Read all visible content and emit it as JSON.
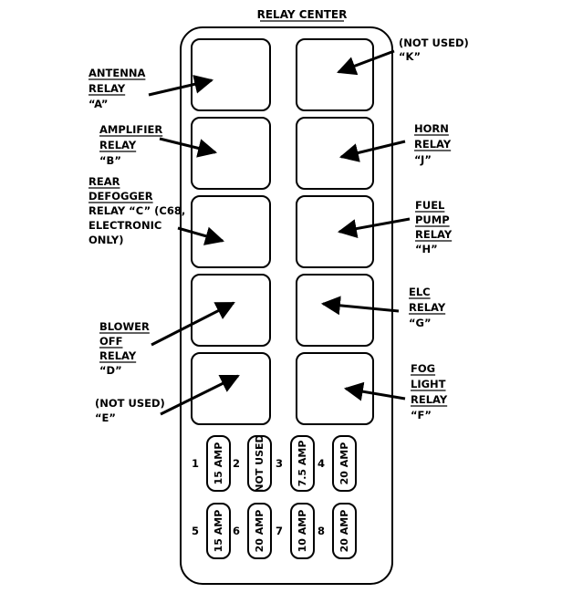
{
  "title": "RELAY CENTER",
  "relays": [
    {
      "id": "A",
      "label_lines": [
        "ANTENNA",
        "RELAY",
        "“A”"
      ],
      "underlined": [
        0,
        1
      ]
    },
    {
      "id": "B",
      "label_lines": [
        "AMPLIFIER",
        "RELAY",
        "“B”"
      ],
      "underlined": [
        0,
        1
      ]
    },
    {
      "id": "C",
      "label_lines": [
        "REAR",
        "DEFOGGER",
        "RELAY “C” (C68,",
        "ELECTRONIC",
        "ONLY)"
      ],
      "underlined": [
        0,
        1
      ]
    },
    {
      "id": "D",
      "label_lines": [
        "BLOWER",
        "OFF",
        "RELAY",
        "“D”"
      ],
      "underlined": [
        0,
        1,
        2
      ]
    },
    {
      "id": "E",
      "label_lines": [
        "(NOT USED)",
        "“E”"
      ],
      "underlined": []
    },
    {
      "id": "K",
      "label_lines": [
        "(NOT USED)",
        "“K”"
      ],
      "underlined": []
    },
    {
      "id": "J",
      "label_lines": [
        "HORN",
        "RELAY",
        "“J”"
      ],
      "underlined": [
        0,
        1
      ]
    },
    {
      "id": "H",
      "label_lines": [
        "FUEL",
        "PUMP",
        "RELAY",
        "“H”"
      ],
      "underlined": [
        0,
        1,
        2
      ]
    },
    {
      "id": "G",
      "label_lines": [
        "ELC",
        "RELAY",
        "“G”"
      ],
      "underlined": [
        0,
        1
      ]
    },
    {
      "id": "F",
      "label_lines": [
        "FOG",
        "LIGHT",
        "RELAY",
        "“F”"
      ],
      "underlined": [
        0,
        1,
        2
      ]
    }
  ],
  "fuses": [
    {
      "number": "1",
      "rating": "15 AMP"
    },
    {
      "number": "2",
      "rating": "NOT USED"
    },
    {
      "number": "3",
      "rating": "7.5 AMP"
    },
    {
      "number": "4",
      "rating": "20 AMP"
    },
    {
      "number": "5",
      "rating": "15 AMP"
    },
    {
      "number": "6",
      "rating": "20 AMP"
    },
    {
      "number": "7",
      "rating": "10 AMP"
    },
    {
      "number": "8",
      "rating": "20 AMP"
    }
  ]
}
